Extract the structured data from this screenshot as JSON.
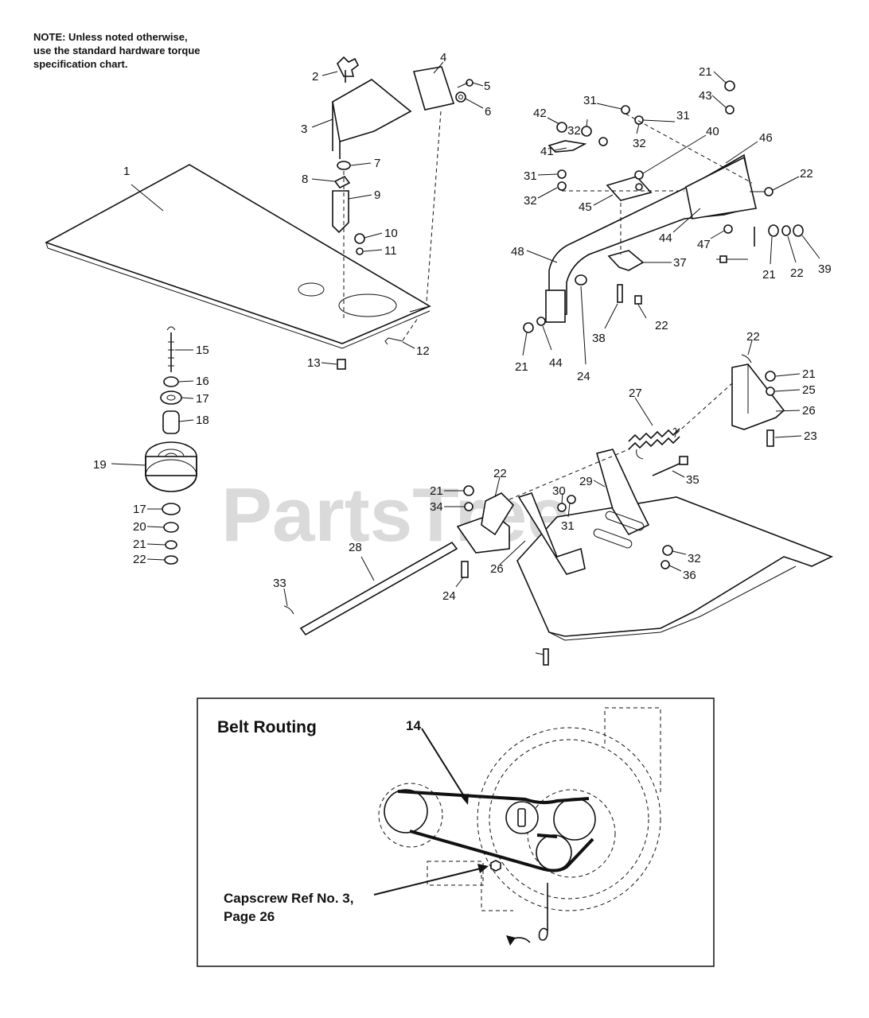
{
  "note": {
    "line1": "NOTE: Unless noted otherwise,",
    "line2": "use the standard hardware torque",
    "line3": "specification chart."
  },
  "watermark": "PartsTree",
  "belt_routing": {
    "title": "Belt Routing",
    "belt_ref": "14",
    "capscrew_line1": "Capscrew Ref No. 3,",
    "capscrew_line2": "Page 26"
  },
  "callouts": [
    "1",
    "2",
    "3",
    "4",
    "5",
    "6",
    "7",
    "8",
    "9",
    "10",
    "11",
    "12",
    "13",
    "15",
    "16",
    "17",
    "18",
    "19",
    "17",
    "20",
    "21",
    "22",
    "42",
    "31",
    "32",
    "31",
    "32",
    "41",
    "31",
    "32",
    "40",
    "45",
    "46",
    "22",
    "21",
    "43",
    "48",
    "44",
    "47",
    "21",
    "22",
    "39",
    "37",
    "38",
    "22",
    "21",
    "44",
    "24",
    "22",
    "21",
    "25",
    "26",
    "23",
    "27",
    "35",
    "22",
    "21",
    "34",
    "29",
    "30",
    "31",
    "32",
    "36",
    "28",
    "26",
    "24",
    "33"
  ]
}
